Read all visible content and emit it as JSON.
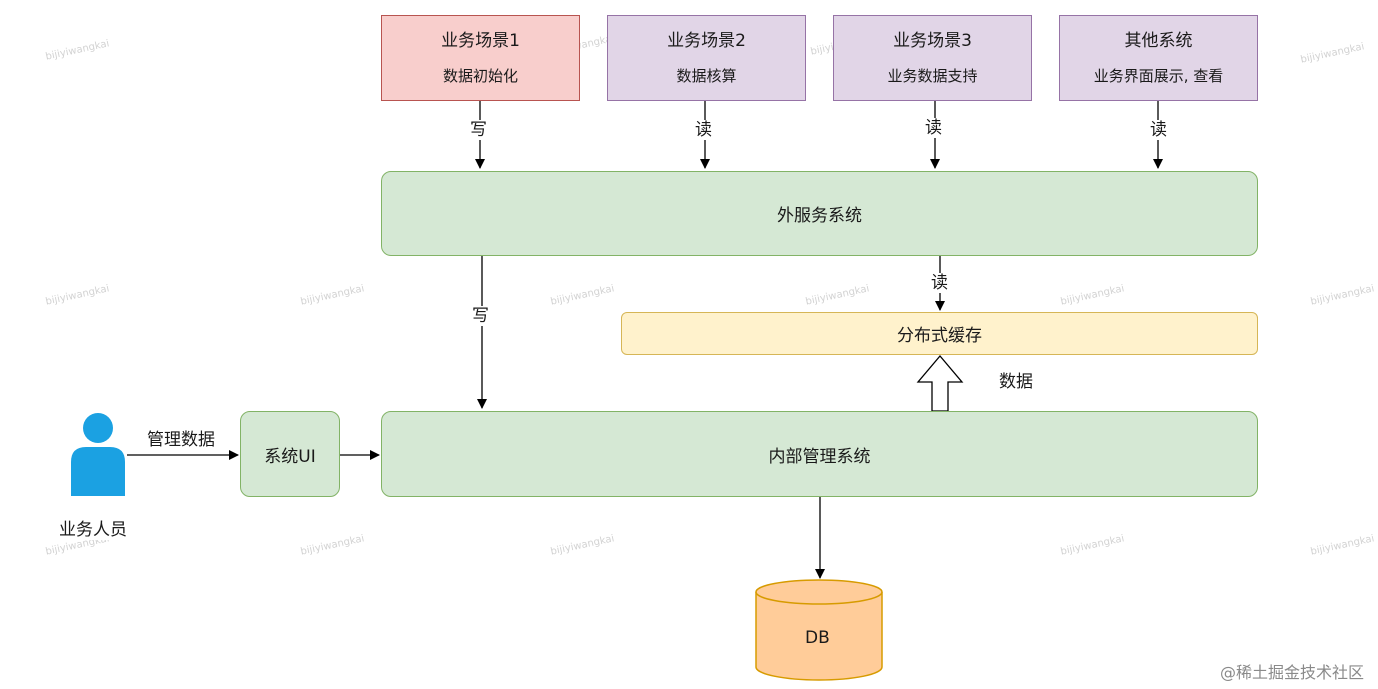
{
  "scenarios": [
    {
      "title": "业务场景1",
      "subtitle": "数据初始化"
    },
    {
      "title": "业务场景2",
      "subtitle": "数据核算"
    },
    {
      "title": "业务场景3",
      "subtitle": "业务数据支持"
    },
    {
      "title": "其他系统",
      "subtitle": "业务界面展示, 查看"
    }
  ],
  "edge_labels": {
    "s1_write": "写",
    "s2_read": "读",
    "s3_read": "读",
    "s4_read": "读",
    "outer_to_internal_write": "写",
    "cache_read": "读",
    "data_push": "数据",
    "manage_data": "管理数据"
  },
  "nodes": {
    "outer_service": "外服务系统",
    "cache": "分布式缓存",
    "internal_system": "内部管理系统",
    "system_ui": "系统UI",
    "db": "DB",
    "actor": "业务人员"
  },
  "watermark": "bijiyiwangkai",
  "footer_watermark": "@稀土掘金技术社区",
  "colors": {
    "scenario_write_fill": "#f8cecc",
    "scenario_read_fill": "#e1d5e7",
    "green_fill": "#d5e8d4",
    "cache_fill": "#fff2cc",
    "db_fill": "#ffcc99",
    "actor_fill": "#1ba1e2"
  }
}
